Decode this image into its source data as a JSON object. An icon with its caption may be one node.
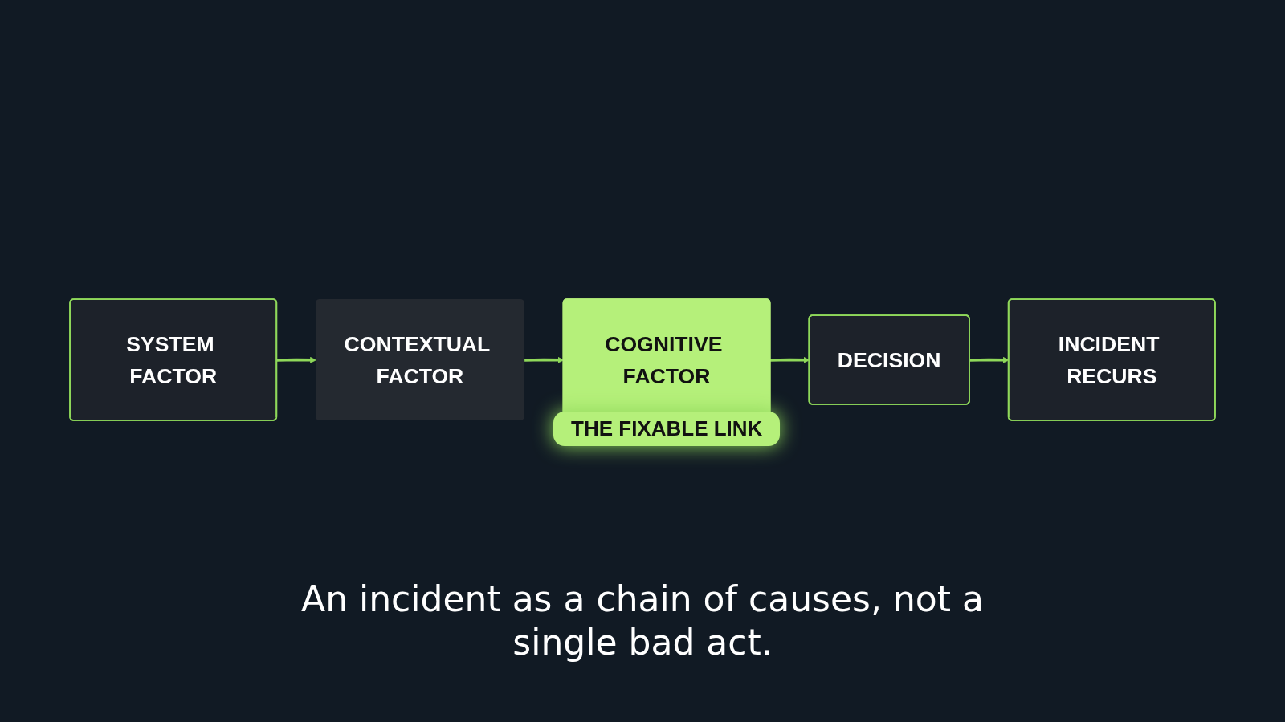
{
  "diagram": {
    "caption": "An incident as a chain of causes, not a single bad act.",
    "nodes": [
      {
        "text": [
          "SYSTEM FACTOR"
        ]
      },
      {
        "text": [
          "CONTEXTUAL FACTOR"
        ]
      },
      {
        "text": [
          "COGNITIVE FACTOR"
        ],
        "beside": [
          "THE FIXABLE LINK"
        ]
      },
      {
        "text": [
          "DECISION"
        ]
      },
      {
        "text": [
          "INCIDENT RECURS"
        ]
      }
    ],
    "edges": [
      {
        "from": 0,
        "to": 1,
        "arrow": "to"
      },
      {
        "from": 1,
        "to": 2,
        "arrow": "to"
      },
      {
        "from": 2,
        "to": 3,
        "arrow": "to"
      },
      {
        "from": 3,
        "to": 4,
        "arrow": "to"
      }
    ]
  }
}
